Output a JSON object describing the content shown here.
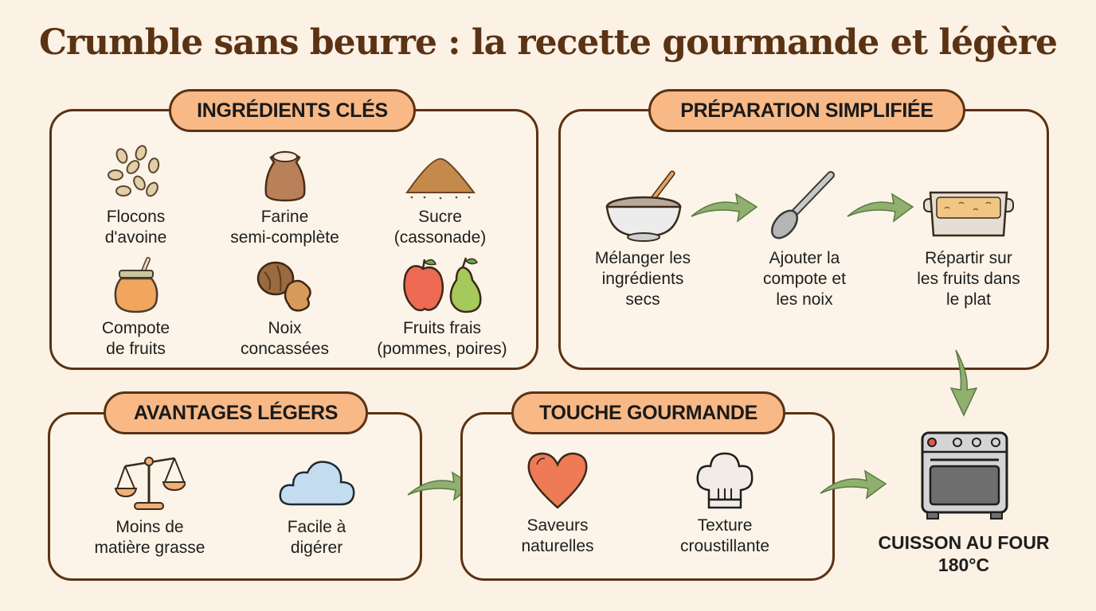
{
  "title": "Crumble sans beurre : la recette gourmande et légère",
  "colors": {
    "background": "#fbf1e4",
    "title": "#5a3214",
    "border": "#5a3214",
    "pill": "#f8b987",
    "arrow": "#8fb06e"
  },
  "ingredients": {
    "heading": "INGRÉDIENTS CLÉS",
    "items": [
      {
        "icon": "oat-flakes-icon",
        "line1": "Flocons",
        "line2": "d'avoine"
      },
      {
        "icon": "flour-sack-icon",
        "line1": "Farine",
        "line2": "semi-complète"
      },
      {
        "icon": "sugar-pile-icon",
        "line1": "Sucre",
        "line2": "(cassonade)"
      },
      {
        "icon": "compote-jar-icon",
        "line1": "Compote",
        "line2": "de fruits"
      },
      {
        "icon": "walnut-icon",
        "line1": "Noix",
        "line2": "concassées"
      },
      {
        "icon": "apple-pear-icon",
        "line1": "Fruits frais",
        "line2": "(pommes, poires)"
      }
    ]
  },
  "preparation": {
    "heading": "PRÉPARATION SIMPLIFIÉE",
    "steps": [
      {
        "icon": "bowl-whisk-icon",
        "line1": "Mélanger les",
        "line2": "ingrédients",
        "line3": "secs"
      },
      {
        "icon": "spoon-icon",
        "line1": "Ajouter la",
        "line2": "compote et",
        "line3": "les noix"
      },
      {
        "icon": "baking-dish-icon",
        "line1": "Répartir sur",
        "line2": "les fruits dans",
        "line3": "le plat"
      }
    ]
  },
  "benefits": {
    "heading": "AVANTAGES LÉGERS",
    "items": [
      {
        "icon": "scale-icon",
        "line1": "Moins de",
        "line2": "matière grasse"
      },
      {
        "icon": "cloud-icon",
        "line1": "Facile à",
        "line2": "digérer"
      }
    ]
  },
  "gourmet": {
    "heading": "TOUCHE GOURMANDE",
    "items": [
      {
        "icon": "heart-icon",
        "line1": "Saveurs",
        "line2": "naturelles"
      },
      {
        "icon": "chef-hat-icon",
        "line1": "Texture",
        "line2": "croustillante"
      }
    ]
  },
  "oven": {
    "icon": "oven-icon",
    "line1": "CUISSON AU FOUR",
    "line2": "180°C"
  }
}
